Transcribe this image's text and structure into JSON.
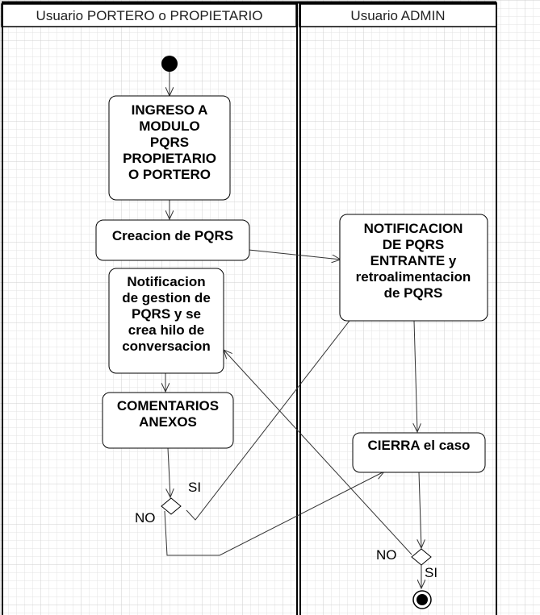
{
  "diagram": {
    "lanes": [
      {
        "id": "lane-user",
        "title": "Usuario PORTERO  o PROPIETARIO"
      },
      {
        "id": "lane-admin",
        "title": "Usuario ADMIN"
      }
    ],
    "nodes": {
      "ingreso": [
        "INGRESO A",
        "MODULO",
        "PQRS",
        "PROPIETARIO",
        "O PORTERO"
      ],
      "creacion": [
        "Creacion de PQRS"
      ],
      "notificacion_gestion": [
        "Notificacion",
        "de gestion de",
        "PQRS y se",
        "crea hilo de",
        "conversacion"
      ],
      "comentarios": [
        "COMENTARIOS",
        "ANEXOS"
      ],
      "notificacion_entrante": [
        "NOTIFICACION",
        "DE PQRS",
        "ENTRANTE y",
        "retroalimentacion",
        "de PQRS"
      ],
      "cierra": [
        "CIERRA el caso"
      ]
    },
    "guards": {
      "si_1": "SI",
      "no_1": "NO",
      "no_2": "NO",
      "si_2": "SI"
    }
  }
}
